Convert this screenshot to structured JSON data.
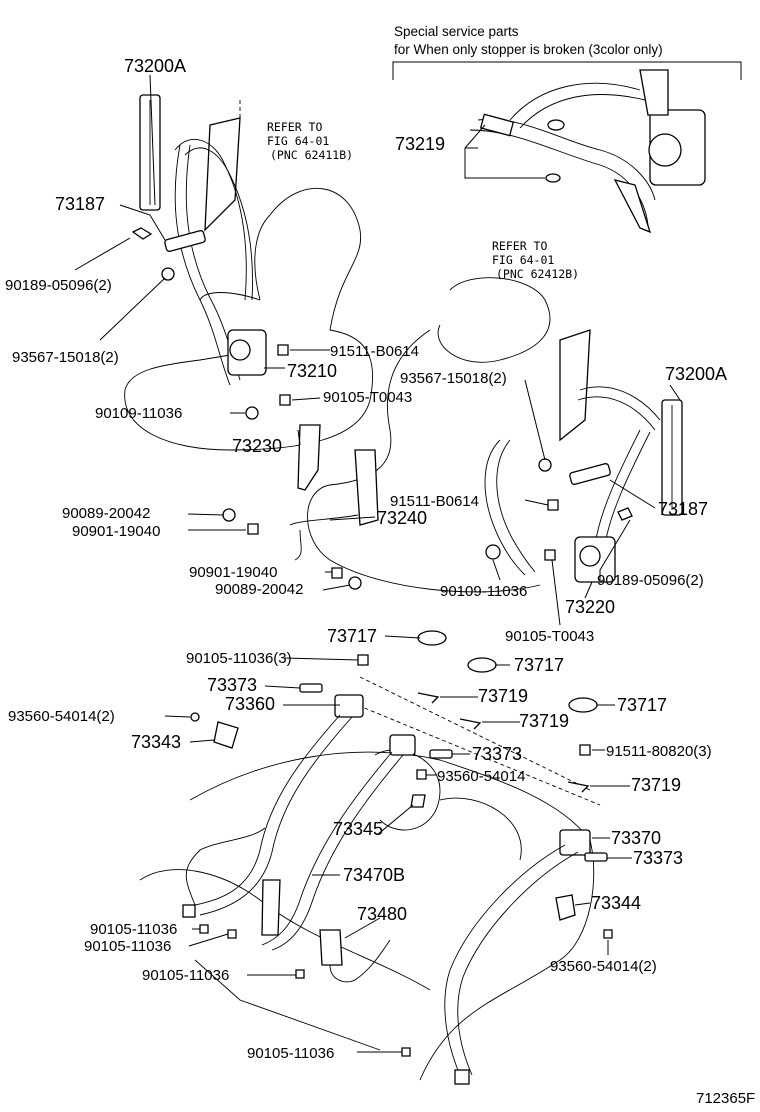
{
  "special_note": {
    "line1": "Special service parts",
    "line2": "for When only stopper is broken (3color only)"
  },
  "refer_front": {
    "line1": "REFER TO",
    "line2": "FIG 64-01",
    "line3": "(PNC 62411B)"
  },
  "refer_rear": {
    "line1": "REFER TO",
    "line2": "FIG 64-01",
    "line3": "(PNC 62412B)"
  },
  "labels": {
    "l73200A_left": "73200A",
    "l73219": "73219",
    "l73187_left": "73187",
    "l90189_left": "90189-05096(2)",
    "l93567_left": "93567-15018(2)",
    "l91511_left": "91511-B0614",
    "l73210": "73210",
    "l90105_T_left": "90105-T0043",
    "l90109_left": "90109-11036",
    "l73230": "73230",
    "l93567_right": "93567-15018(2)",
    "l73200A_right": "73200A",
    "l90089_a": "90089-20042",
    "l90901_a": "90901-19040",
    "l91511_right": "91511-B0614",
    "l73240": "73240",
    "l73187_right": "73187",
    "l90901_b": "90901-19040",
    "l90089_b": "90089-20042",
    "l90109_right": "90109-11036",
    "l90189_right": "90189-05096(2)",
    "l73220": "73220",
    "l90105_T_right": "90105-T0043",
    "l73717_a": "73717",
    "l90105_3": "90105-11036(3)",
    "l73717_b": "73717",
    "l73373_a": "73373",
    "l73719_a": "73719",
    "l73360": "73360",
    "l73717_c": "73717",
    "l93560_2a": "93560-54014(2)",
    "l73719_b": "73719",
    "l73343": "73343",
    "l91511_80820": "91511-80820(3)",
    "l73373_b": "73373",
    "l93560_single": "93560-54014",
    "l73719_c": "73719",
    "l73345": "73345",
    "l73370": "73370",
    "l73373_c": "73373",
    "l73470B": "73470B",
    "l73344": "73344",
    "l73480": "73480",
    "l90105_a": "90105-11036",
    "l90105_b": "90105-11036",
    "l93560_2b": "93560-54014(2)",
    "l90105_c": "90105-11036",
    "l90105_d": "90105-11036"
  },
  "figure_code": "712365F"
}
